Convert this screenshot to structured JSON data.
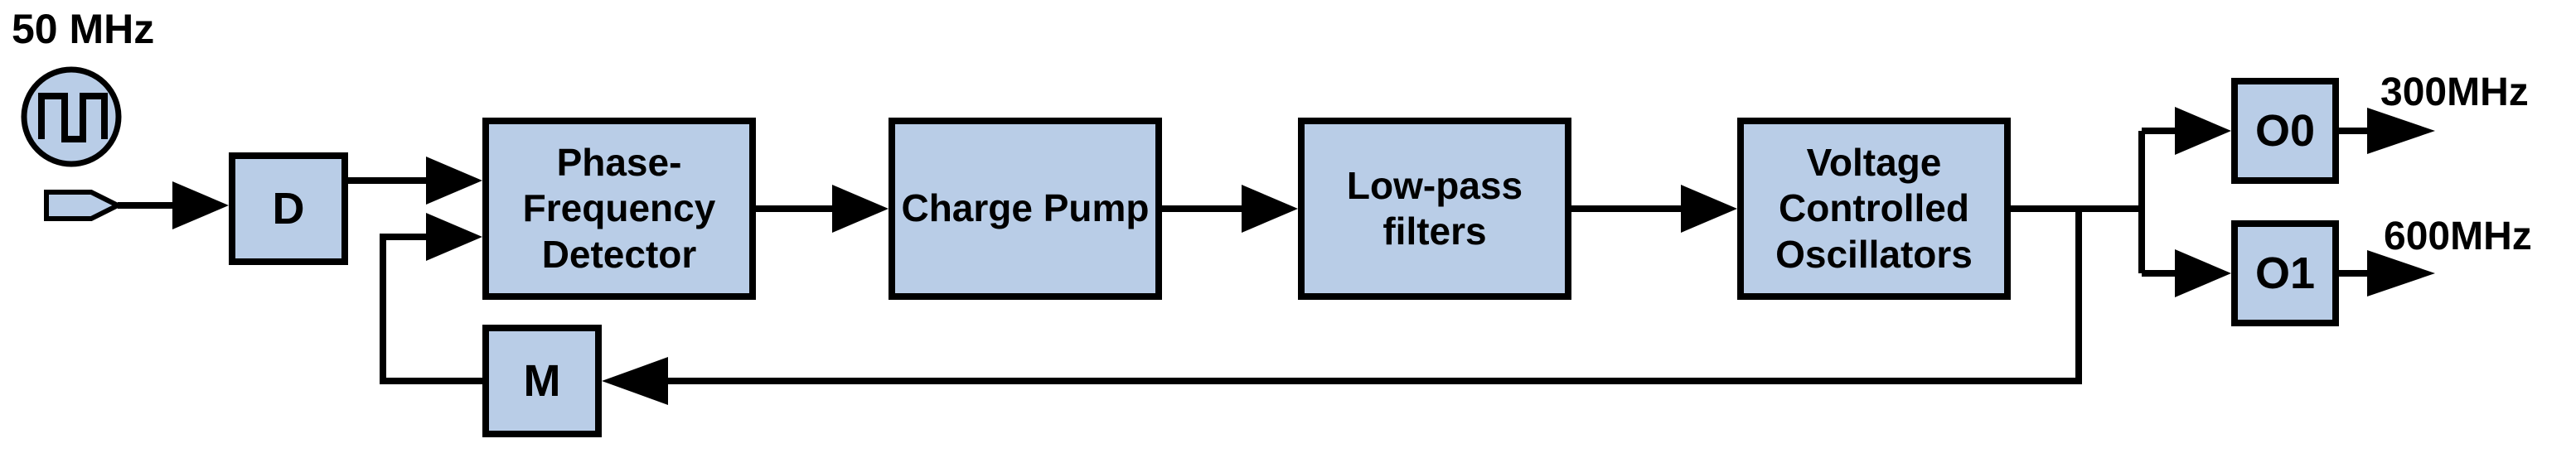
{
  "diagram": {
    "source": {
      "label": "50 MHz",
      "icon": "square-wave-clock-in-circle",
      "stub_icon": "pointed-wire-stub"
    },
    "blocks": [
      {
        "id": "input-divider",
        "label": "D"
      },
      {
        "id": "pfd",
        "label": "Phase-\nFrequency\nDetector"
      },
      {
        "id": "charge-pump",
        "label": "Charge Pump"
      },
      {
        "id": "low-pass-filters",
        "label": "Low-pass\nfilters"
      },
      {
        "id": "vco",
        "label": "Voltage\nControlled\nOscillators"
      },
      {
        "id": "feedback-divider",
        "label": "M"
      },
      {
        "id": "output-0",
        "label": "O0"
      },
      {
        "id": "output-1",
        "label": "O1"
      }
    ],
    "outputs": [
      {
        "block": "O0",
        "frequency": "300MHz"
      },
      {
        "block": "O1",
        "frequency": "600MHz"
      }
    ],
    "colors": {
      "block_fill": "#b9cde7",
      "block_border": "#000000",
      "wire": "#000000",
      "background": "#ffffff"
    }
  }
}
